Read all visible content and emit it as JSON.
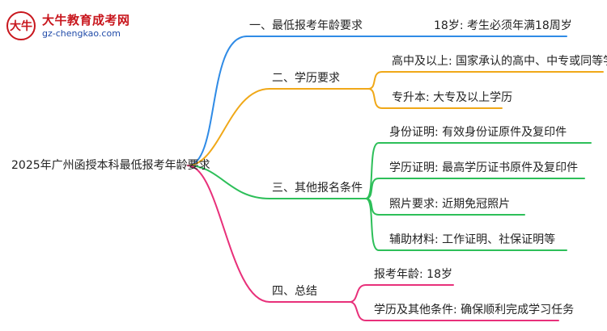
{
  "logo": {
    "badge_text": "大牛",
    "site_name": "大牛教育成考网",
    "url": "gz-chengkao.com"
  },
  "root": "2025年广州函授本科最低报考年龄要求",
  "branches": [
    {
      "label": "一、最低报考年龄要求",
      "color": "#2f8be6",
      "children": [
        "18岁: 考生必须年满18周岁"
      ]
    },
    {
      "label": "二、学历要求",
      "color": "#f0a818",
      "children": [
        "高中及以上: 国家承认的高中、中专或同等学力",
        "专升本: 大专及以上学历"
      ]
    },
    {
      "label": "三、其他报名条件",
      "color": "#2dbf59",
      "children": [
        "身份证明: 有效身份证原件及复印件",
        "学历证明: 最高学历证书原件及复印件",
        "照片要求: 近期免冠照片",
        "辅助材料: 工作证明、社保证明等"
      ]
    },
    {
      "label": "四、总结",
      "color": "#e8307a",
      "children": [
        "报考年龄: 18岁",
        "学历及其他条件: 确保顺利完成学习任务"
      ]
    }
  ]
}
